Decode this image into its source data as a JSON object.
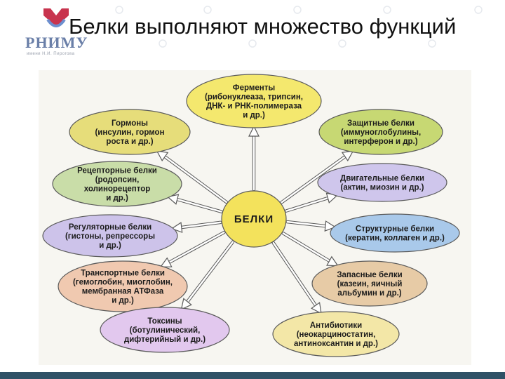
{
  "header": {
    "logo_text": "РНИМУ",
    "logo_subtext": "имени Н.И. Пирогова",
    "title": "Белки выполняют множество функций"
  },
  "colors": {
    "center": "#f3e25c",
    "arrow": "#ffffff",
    "outline": "#5a5a5a",
    "bottom_bar": "#2f5166"
  },
  "diagram": {
    "center_label": "БЕЛКИ",
    "nodes": [
      {
        "id": "enzymes",
        "lines": [
          "Ферменты",
          "(рибонуклеаза, трипсин,",
          "ДНК- и РНК-полимераза",
          "и др.)"
        ],
        "fill": "#f4e86e"
      },
      {
        "id": "hormones",
        "lines": [
          "Гормоны",
          "(инсулин, гормон",
          "роста и др.)"
        ],
        "fill": "#e6dd7a"
      },
      {
        "id": "protective",
        "lines": [
          "Защитные белки",
          "(иммуноглобулины,",
          "интерферон и др.)"
        ],
        "fill": "#c7d873"
      },
      {
        "id": "receptor",
        "lines": [
          "Рецепторные белки",
          "(родопсин,",
          "холинорецептор",
          "и др.)"
        ],
        "fill": "#c9dda8"
      },
      {
        "id": "motor",
        "lines": [
          "Двигательные белки",
          "(актин, миозин и др.)"
        ],
        "fill": "#cfc6ec"
      },
      {
        "id": "regulatory",
        "lines": [
          "Регуляторные белки",
          "(гистоны, репрессоры",
          "и др.)"
        ],
        "fill": "#cdc3ea"
      },
      {
        "id": "structural",
        "lines": [
          "Структурные белки",
          "(кератин, коллаген и др.)"
        ],
        "fill": "#a9c9ea"
      },
      {
        "id": "transport",
        "lines": [
          "Транспортные белки",
          "(гемоглобин, миоглобин,",
          "мембранная АТФаза",
          "и др.)"
        ],
        "fill": "#f0c9b0"
      },
      {
        "id": "storage",
        "lines": [
          "Запасные белки",
          "(казеин, яичный",
          "альбумин и др.)"
        ],
        "fill": "#e7cba6"
      },
      {
        "id": "toxins",
        "lines": [
          "Токсины",
          "(ботулинический,",
          "дифтерийный и др.)"
        ],
        "fill": "#e2c8ee"
      },
      {
        "id": "antibiotics",
        "lines": [
          "Антибиотики",
          "(неокарциностатин,",
          "антиноксантин и др.)"
        ],
        "fill": "#f3e7a7"
      }
    ]
  }
}
